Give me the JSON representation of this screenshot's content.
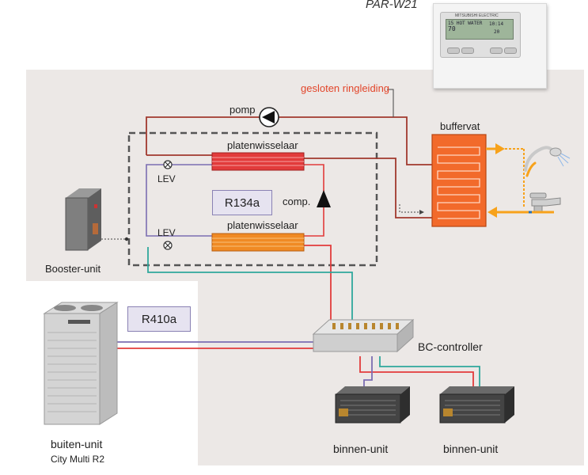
{
  "controller": {
    "model": "PAR-W21",
    "brand": "MITSUBISHI ELECTRIC",
    "screen_line1": "15 HOT WATER",
    "screen_line2": "70",
    "screen_time": "10:14",
    "screen_value": "20"
  },
  "labels": {
    "closed_loop": "gesloten ringleiding",
    "pump": "pomp",
    "buffer": "buffervat",
    "plate_hx_top": "platenwisselaar",
    "plate_hx_bottom": "platenwisselaar",
    "lev_top": "LEV",
    "lev_bottom": "LEV",
    "compressor": "comp.",
    "booster": "Booster-unit",
    "outdoor": "buiten-unit",
    "outdoor_model": "City Multi R2",
    "bc_controller": "BC-controller",
    "indoor_1": "binnen-unit",
    "indoor_2": "binnen-unit"
  },
  "refrigerants": {
    "inner": "R134a",
    "outer": "R410a"
  },
  "colors": {
    "background_panel": "#ece8e6",
    "closed_loop_label": "#e2452a",
    "hot_pipe": "#a0382e",
    "refrigerant_red": "#e23b3b",
    "refrigerant_purple": "#7b6db2",
    "refrigerant_teal": "#2fa79c",
    "hx_top": "#e23b3b",
    "hx_bottom": "#f08a24",
    "buffer_fill": "#f26a2b",
    "hot_water_arrow": "#f7a21b"
  }
}
